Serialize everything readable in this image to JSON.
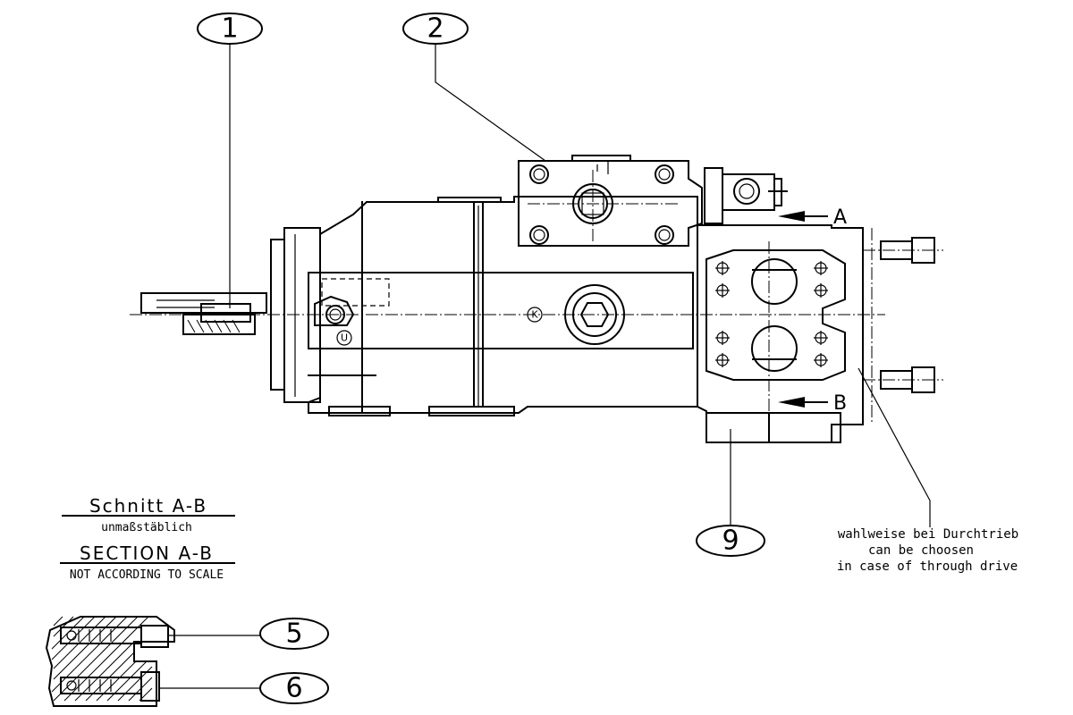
{
  "balloons": [
    {
      "id": "1",
      "label": "1"
    },
    {
      "id": "2",
      "label": "2"
    },
    {
      "id": "9",
      "label": "9"
    },
    {
      "id": "5",
      "label": "5"
    },
    {
      "id": "6",
      "label": "6"
    }
  ],
  "section_markers": {
    "a": "A",
    "b": "B"
  },
  "port_labels": {
    "u": "U",
    "k": "K"
  },
  "note": {
    "line1": "wahlweise bei Durchtrieb",
    "line2": "can be choosen",
    "line3": "in case of through drive"
  },
  "section_title": {
    "de_title": "Schnitt A-B",
    "de_subtitle": "unmaßstäblich",
    "en_title": "SECTION A-B",
    "en_subtitle": "NOT ACCORDING TO SCALE"
  }
}
